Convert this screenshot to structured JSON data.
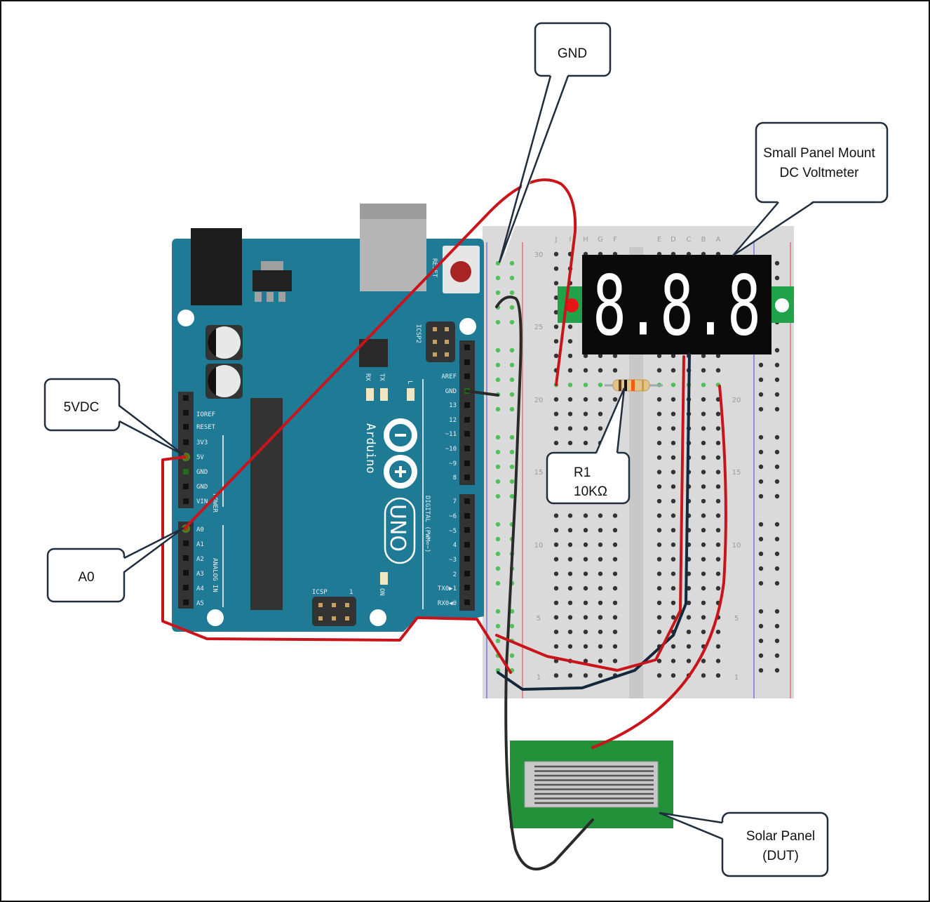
{
  "callouts": {
    "gnd": "GND",
    "voltmeter_line1": "Small Panel Mount",
    "voltmeter_line2": "DC Voltmeter",
    "vdc": "5VDC",
    "a0": "A0",
    "r1_line1": "R1",
    "r1_line2": "10KΩ",
    "solar_line1": "Solar Panel",
    "solar_line2": "(DUT)"
  },
  "arduino": {
    "brand": "Arduino",
    "model": "UNO",
    "reset_label": "RESET",
    "icsp2_label": "ICSP2",
    "icsp_label": "ICSP",
    "icsp_pin1": "1",
    "led_labels": [
      "RX",
      "TX",
      "L",
      "ON"
    ],
    "power_header": [
      "IOREF",
      "RESET",
      "3V3",
      "5V",
      "GND",
      "GND",
      "VIN"
    ],
    "power_group": "POWER",
    "analog_header": [
      "A0",
      "A1",
      "A2",
      "A3",
      "A4",
      "A5"
    ],
    "analog_group": "ANALOG IN",
    "digital_header_top": [
      "AREF",
      "GND",
      "13",
      "12",
      "~11",
      "~10",
      "~9",
      "8"
    ],
    "digital_header_bottom": [
      "7",
      "~6",
      "~5",
      "4",
      "~3",
      "2",
      "TX0▶1",
      "RX0◀0"
    ],
    "digital_group": "DIGITAL (PWM=~)"
  },
  "breadboard": {
    "columns_left": [
      "J",
      "I",
      "H",
      "G",
      "F"
    ],
    "columns_right": [
      "E",
      "D",
      "C",
      "B",
      "A"
    ],
    "row_labels": [
      "30",
      "25",
      "20",
      "15",
      "10",
      "5",
      "1"
    ]
  },
  "voltmeter": {
    "display": "8.8.8"
  },
  "colors": {
    "board": "#1f7a96",
    "wire_red": "#c8141a",
    "wire_black": "#2a2a2a",
    "wire_navy": "#13283a",
    "breadboard": "#dadada",
    "solar_pcb": "#23913a",
    "callout_border": "#1f2d3d"
  }
}
